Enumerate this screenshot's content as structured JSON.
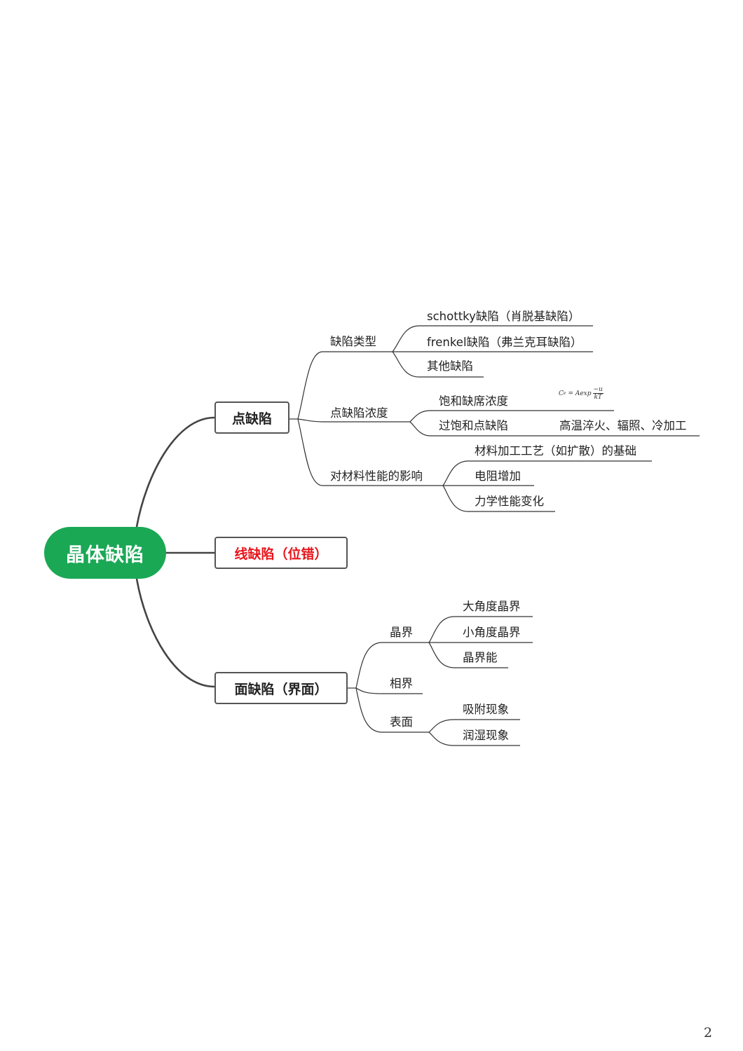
{
  "root": {
    "label": "晶体缺陷",
    "color": "#1aa855"
  },
  "branches": {
    "point": {
      "label": "点缺陷",
      "types": {
        "label": "缺陷类型",
        "items": [
          "schottky缺陷（肖脱基缺陷）",
          "frenkel缺陷（弗兰克耳缺陷）",
          "其他缺陷"
        ]
      },
      "concentration": {
        "label": "点缺陷浓度",
        "saturated": "饱和缺席浓度",
        "formula": {
          "lhs": "C",
          "sub": "e",
          "rhs": "= Aexp",
          "num": "−u",
          "den": "kT"
        },
        "supersaturated": "过饱和点缺陷",
        "supersaturated_causes": "高温淬火、辐照、冷加工"
      },
      "effects": {
        "label": "对材料性能的影响",
        "items": [
          "材料加工工艺（如扩散）的基础",
          "电阻增加",
          "力学性能变化"
        ]
      }
    },
    "line": {
      "label": "线缺陷（位错）",
      "color": "#e8151b"
    },
    "surface": {
      "label": "面缺陷（界面）",
      "grain_boundary": {
        "label": "晶界",
        "items": [
          "大角度晶界",
          "小角度晶界",
          "晶界能"
        ]
      },
      "phase_boundary": {
        "label": "相界"
      },
      "surface": {
        "label": "表面",
        "items": [
          "吸附现象",
          "润湿现象"
        ]
      }
    }
  },
  "page_number": "2"
}
